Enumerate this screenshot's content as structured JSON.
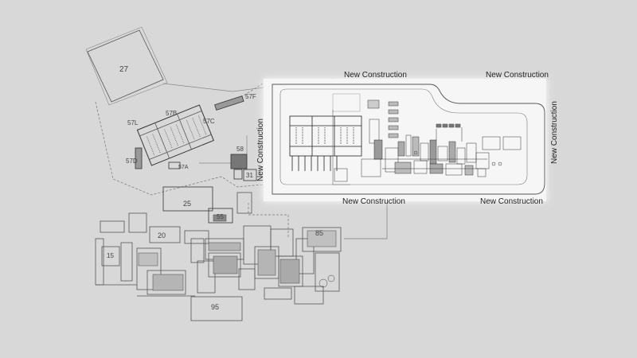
{
  "plan": {
    "buildings": {
      "b27": "27",
      "b57L": "57L",
      "b57B": "57B",
      "b57C": "57C",
      "b57D": "57D",
      "b57A": "57A",
      "b57F": "57F",
      "b58": "58",
      "b31": "31",
      "b25": "25",
      "b55": "55",
      "b20": "20",
      "b15": "15",
      "b85": "85",
      "b95": "95"
    },
    "new_construction": {
      "top_left": "New Construction",
      "top_right": "New Construction",
      "bottom_left": "New Construction",
      "bottom_right": "New Construction",
      "left_vertical": "New Construction",
      "right_vertical": "New Construction"
    }
  },
  "colors": {
    "background": "#d8d8d8",
    "highlight": "#f4f4f4",
    "linework": "#555555"
  }
}
